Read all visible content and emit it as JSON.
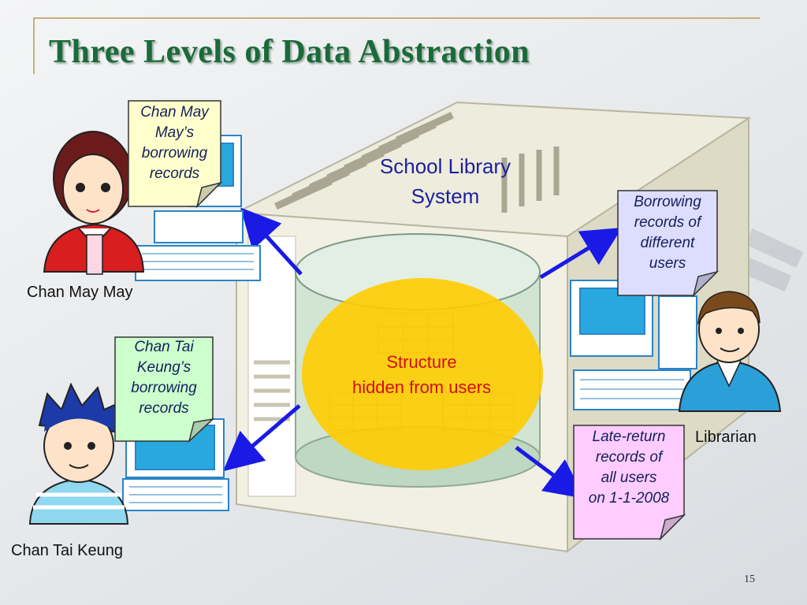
{
  "slide": {
    "title": "Three Levels of Data Abstraction",
    "page_number": "15"
  },
  "system": {
    "label_line1": "School Library",
    "label_line2": "System",
    "structure_line1": "Structure",
    "structure_line2": "hidden from users"
  },
  "notes": {
    "may_may": [
      "Chan May",
      "May’s",
      "borrowing",
      "records"
    ],
    "tai_keung": [
      "Chan Tai",
      "Keung’s",
      "borrowing",
      "records"
    ],
    "librarian_borrowing": [
      "Borrowing",
      "records of",
      "different",
      "users"
    ],
    "late_return": [
      "Late-return",
      "records of",
      "all users",
      "on 1-1-2008"
    ]
  },
  "people": {
    "may_may": "Chan May May",
    "tai_keung": "Chan Tai Keung",
    "librarian": "Librarian"
  },
  "colors": {
    "title_green": "#1a6b3a",
    "note_yellow": "#ffffcc",
    "note_green": "#ccffcc",
    "note_lavender": "#ddddff",
    "note_pink": "#ffccff",
    "arrow_blue": "#1a1ae6",
    "structure_red": "#d21010",
    "ellipse_yellow": "#ffcc00"
  }
}
